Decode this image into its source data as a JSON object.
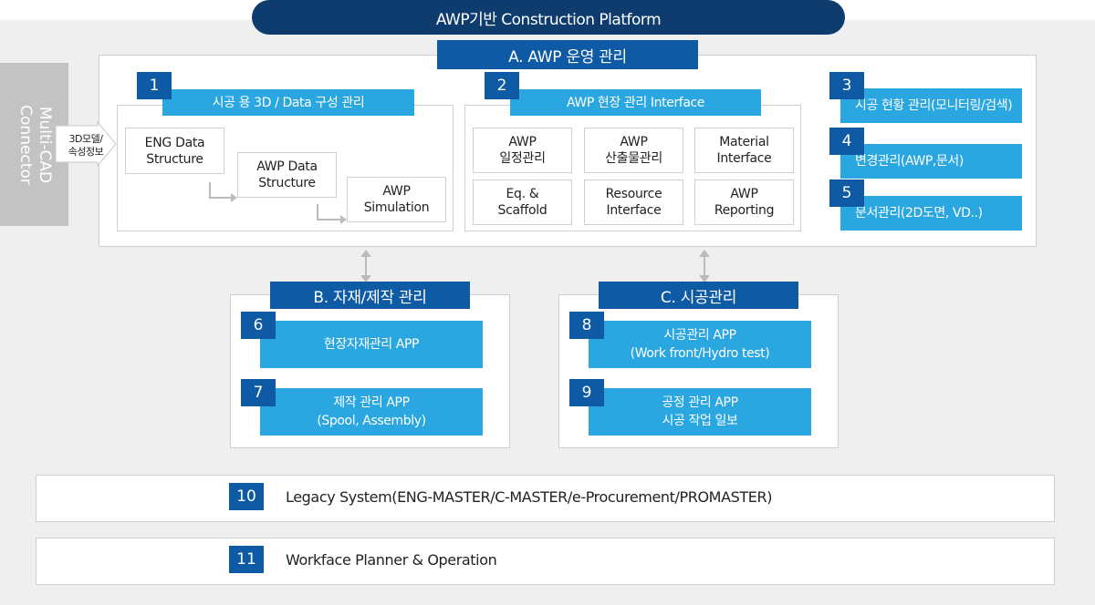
{
  "header": {
    "title": "AWP기반 Construction Platform"
  },
  "connector": {
    "label_line1": "Multi-CAD",
    "label_line2": "Connector",
    "arrow_line1": "3D모델/",
    "arrow_line2": "속성정보"
  },
  "section_a": {
    "title": "A. AWP 운영 관리",
    "group1": {
      "num": "1",
      "title": "시공 용 3D / Data 구성 관리",
      "items": [
        [
          "ENG Data",
          "Structure"
        ],
        [
          "AWP Data",
          "Structure"
        ],
        [
          "AWP",
          "Simulation"
        ]
      ]
    },
    "group2": {
      "num": "2",
      "title": "AWP 현장 관리 Interface",
      "items": [
        [
          "AWP",
          "일정관리"
        ],
        [
          "AWP",
          "산출물관리"
        ],
        [
          "Material",
          "Interface"
        ],
        [
          "Eq. &",
          "Scaffold"
        ],
        [
          "Resource",
          "Interface"
        ],
        [
          "AWP",
          "Reporting"
        ]
      ]
    },
    "side_items": [
      {
        "num": "3",
        "label": "시공 현황 관리(모니터링/검색)"
      },
      {
        "num": "4",
        "label": "변경관리(AWP,문서)"
      },
      {
        "num": "5",
        "label": "문서관리(2D도면, VD..)"
      }
    ]
  },
  "section_b": {
    "title": "B. 자재/제작 관리",
    "items": [
      {
        "num": "6",
        "line1": "현장자재관리 APP",
        "line2": ""
      },
      {
        "num": "7",
        "line1": "제작 관리 APP",
        "line2": "(Spool, Assembly)"
      }
    ]
  },
  "section_c": {
    "title": "C. 시공관리",
    "items": [
      {
        "num": "8",
        "line1": "시공관리 APP",
        "line2": "(Work front/Hydro test)"
      },
      {
        "num": "9",
        "line1": "공정 관리 APP",
        "line2": "시공 작업 일보"
      }
    ]
  },
  "bars": [
    {
      "num": "10",
      "label": "Legacy System(ENG-MASTER/C-MASTER/e-Procurement/PROMASTER)"
    },
    {
      "num": "11",
      "label": "Workface Planner & Operation"
    }
  ],
  "colors": {
    "navy": "#0e3c6f",
    "blue": "#0e5aa4",
    "cyan": "#2aa7e1",
    "gray": "#c3c3c3"
  }
}
